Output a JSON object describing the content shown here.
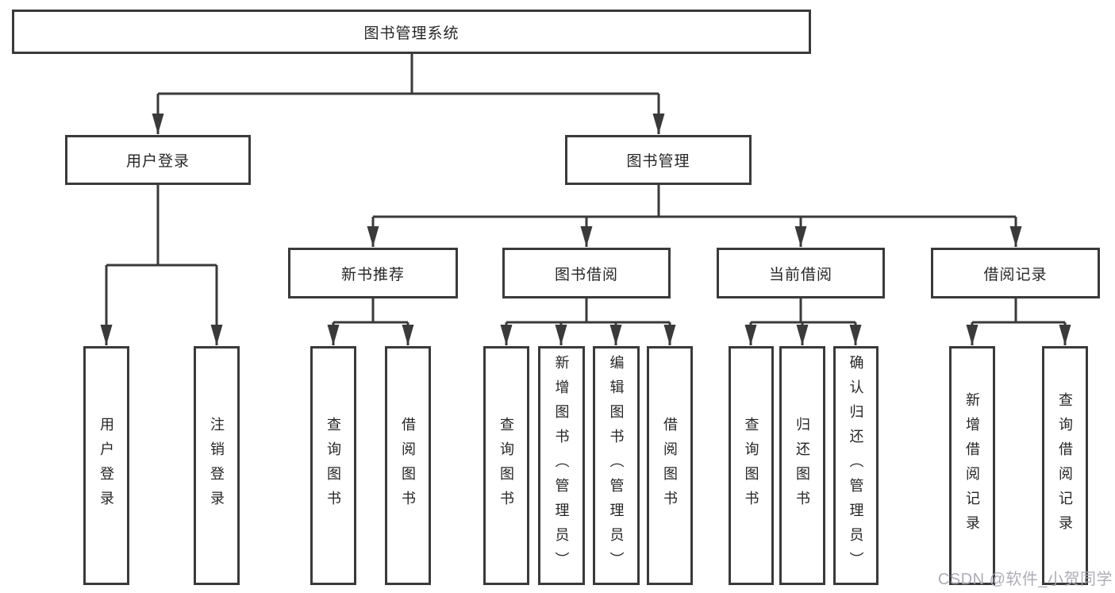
{
  "diagram": {
    "root": {
      "label": "图书管理系统"
    },
    "level2": [
      {
        "label": "用户登录"
      },
      {
        "label": "图书管理"
      }
    ],
    "level3": [
      {
        "label": "新书推荐"
      },
      {
        "label": "图书借阅"
      },
      {
        "label": "当前借阅"
      },
      {
        "label": "借阅记录"
      }
    ],
    "leaves": {
      "user_login": [
        {
          "label": "用户登录"
        },
        {
          "label": "注销登录"
        }
      ],
      "new_book_recommend": [
        {
          "label": "查询图书"
        },
        {
          "label": "借阅图书"
        }
      ],
      "book_borrow": [
        {
          "label": "查询图书"
        },
        {
          "label": "新增图书（管理员）"
        },
        {
          "label": "编辑图书（管理员）"
        },
        {
          "label": "借阅图书"
        }
      ],
      "current_borrow": [
        {
          "label": "查询图书"
        },
        {
          "label": "归还图书"
        },
        {
          "label": "确认归还（管理员）"
        }
      ],
      "borrow_records": [
        {
          "label": "新增借阅记录"
        },
        {
          "label": "查询借阅记录"
        }
      ]
    }
  },
  "watermark": {
    "text": "CSDN @软件_小贺同学"
  },
  "colors": {
    "line": "#3a3a3a",
    "text": "#262626",
    "background": "#ffffff",
    "watermark": "#a7a7b0"
  }
}
